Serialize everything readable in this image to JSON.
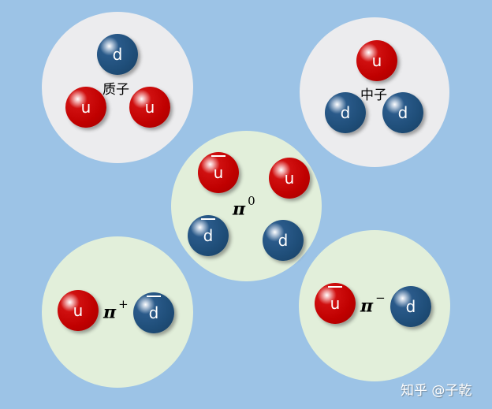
{
  "particles": {
    "proton": {
      "label": "质子",
      "quarks": [
        "d",
        "u",
        "u"
      ]
    },
    "neutron": {
      "label": "中子",
      "quarks": [
        "u",
        "d",
        "d"
      ]
    },
    "pi_zero": {
      "symbol": "π",
      "charge": "0",
      "quarks": [
        "ū",
        "u",
        "d̄",
        "d"
      ]
    },
    "pi_plus": {
      "symbol": "π",
      "charge": "+",
      "quarks": [
        "u",
        "d̄"
      ]
    },
    "pi_minus": {
      "symbol": "π",
      "charge": "−",
      "quarks": [
        "ū",
        "d"
      ]
    }
  },
  "quark_labels": {
    "up": "u",
    "down": "d"
  },
  "colors": {
    "background": "#9cc3e6",
    "baryon_fill": "#ececee",
    "meson_fill": "#e2efda",
    "up_quark": "#c00000",
    "down_quark": "#1f4e79"
  },
  "watermark": "知乎 @子乾"
}
